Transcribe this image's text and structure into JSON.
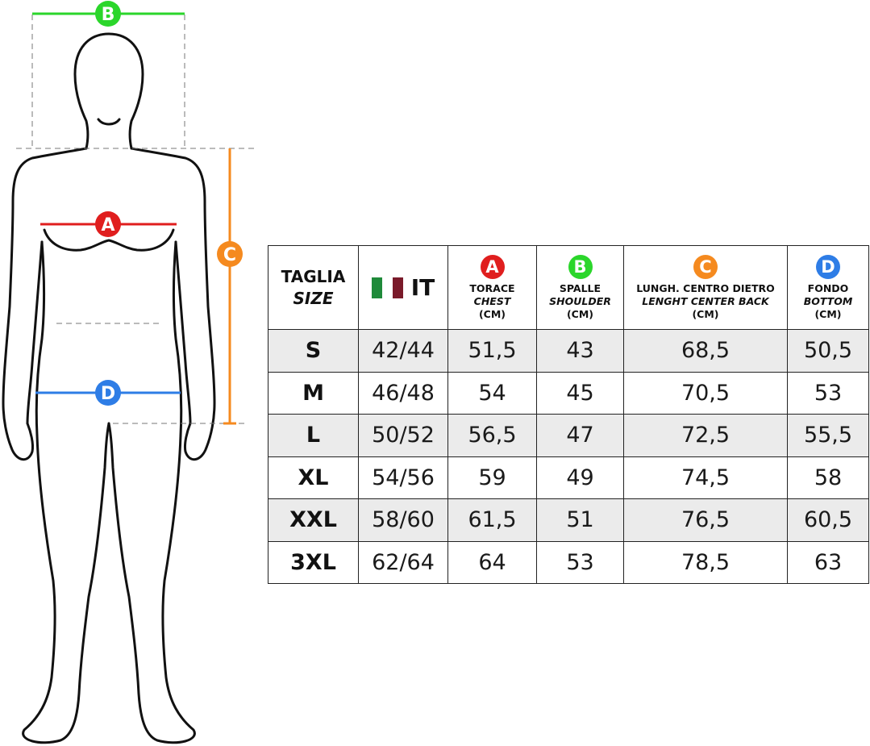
{
  "figure": {
    "markers": [
      {
        "letter": "B",
        "color": "#2bd62b"
      },
      {
        "letter": "A",
        "color": "#e01e1e"
      },
      {
        "letter": "C",
        "color": "#f58a1f"
      },
      {
        "letter": "D",
        "color": "#2e7de6"
      }
    ]
  },
  "table": {
    "headers": {
      "size": {
        "line1": "TAGLIA",
        "line2": "SIZE"
      },
      "it": {
        "label": "IT",
        "flag_colors": [
          "#1f8a3a",
          "#ffffff",
          "#7a1a2a"
        ]
      },
      "chest": {
        "badge": "A",
        "color": "#e01e1e",
        "line1": "TORACE",
        "line2": "CHEST",
        "line3": "(CM)"
      },
      "shoulder": {
        "badge": "B",
        "color": "#2bd62b",
        "line1": "SPALLE",
        "line2": "SHOULDER",
        "line3": "(CM)"
      },
      "length": {
        "badge": "C",
        "color": "#f58a1f",
        "line1": "LUNGH. CENTRO DIETRO",
        "line2": "LENGHT CENTER BACK",
        "line3": "(CM)"
      },
      "bottom": {
        "badge": "D",
        "color": "#2e7de6",
        "line1": "FONDO",
        "line2": "BOTTOM",
        "line3": "(CM)"
      }
    },
    "rows": [
      {
        "size": "S",
        "it": "42/44",
        "chest": "51,5",
        "shoulder": "43",
        "length": "68,5",
        "bottom": "50,5"
      },
      {
        "size": "M",
        "it": "46/48",
        "chest": "54",
        "shoulder": "45",
        "length": "70,5",
        "bottom": "53"
      },
      {
        "size": "L",
        "it": "50/52",
        "chest": "56,5",
        "shoulder": "47",
        "length": "72,5",
        "bottom": "55,5"
      },
      {
        "size": "XL",
        "it": "54/56",
        "chest": "59",
        "shoulder": "49",
        "length": "74,5",
        "bottom": "58"
      },
      {
        "size": "XXL",
        "it": "58/60",
        "chest": "61,5",
        "shoulder": "51",
        "length": "76,5",
        "bottom": "60,5"
      },
      {
        "size": "3XL",
        "it": "62/64",
        "chest": "64",
        "shoulder": "53",
        "length": "78,5",
        "bottom": "63"
      }
    ]
  }
}
